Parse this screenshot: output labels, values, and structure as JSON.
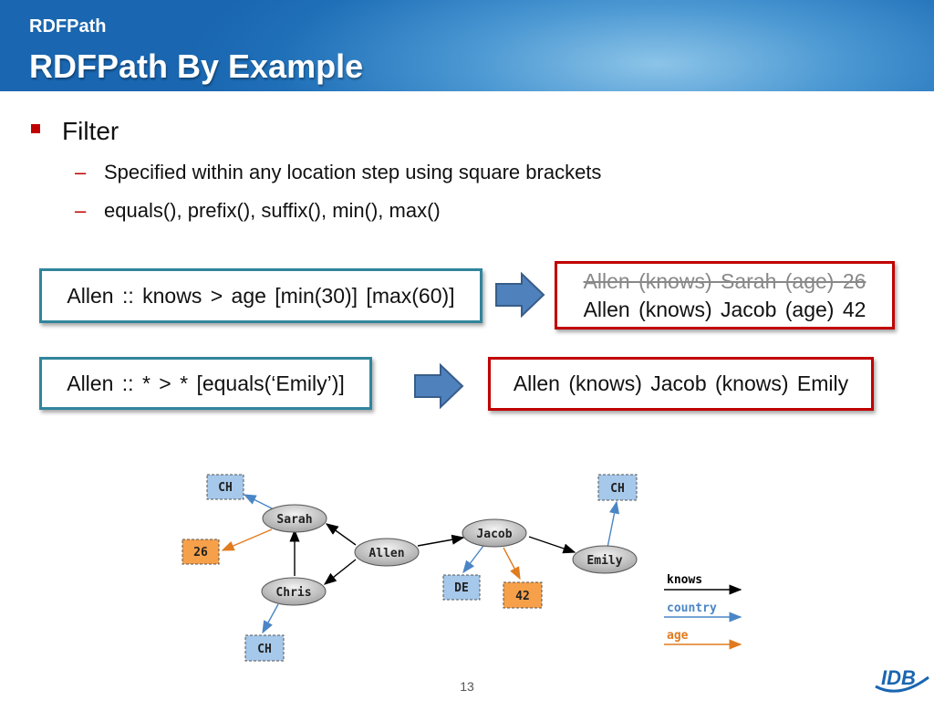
{
  "header": {
    "section": "RDFPath",
    "title": "RDFPath By Example"
  },
  "bullets": {
    "level1": "Filter",
    "level2": [
      "Specified within any location step using square brackets",
      "equals(), prefix(), suffix(), min(), max()"
    ]
  },
  "examples": [
    {
      "query": "Allen :: knows > age [min(30)] [max(60)]",
      "results": [
        {
          "text": "Allen (knows) Sarah (age) 26",
          "struck": true
        },
        {
          "text": "Allen (knows) Jacob (age) 42",
          "struck": false
        }
      ]
    },
    {
      "query": "Allen :: * > * [equals(‘Emily’)]",
      "results": [
        {
          "text": "Allen (knows) Jacob (knows) Emily",
          "struck": false
        }
      ]
    }
  ],
  "graph": {
    "nodes": {
      "allen": "Allen",
      "sarah": "Sarah",
      "chris": "Chris",
      "jacob": "Jacob",
      "emily": "Emily"
    },
    "values": {
      "sarah_country": "CH",
      "sarah_age": "26",
      "chris_country": "CH",
      "jacob_country": "DE",
      "jacob_age": "42",
      "emily_country": "CH"
    },
    "legend": {
      "knows": "knows",
      "country": "country",
      "age": "age"
    },
    "colors": {
      "knows": "#000000",
      "country": "#4a86c5",
      "age": "#e07b1f",
      "country_box": "#a6c8ea",
      "age_box": "#f7a04a"
    }
  },
  "footer": {
    "page_number": "13",
    "logo_text": "IDB"
  }
}
